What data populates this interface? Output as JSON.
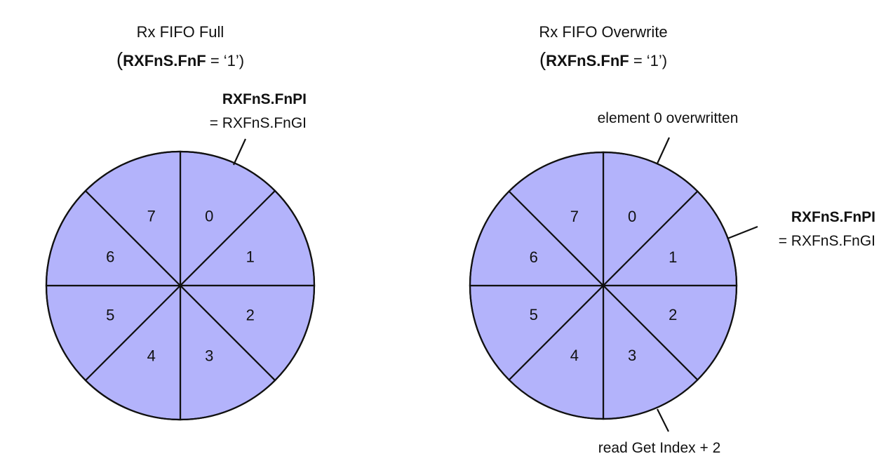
{
  "segment_fill": "#b3b3fb",
  "stroke_color": "#111111",
  "diagrams": [
    {
      "title": "Rx FIFO Full",
      "condition": {
        "open": "(",
        "bold": "RXFnS.FnF",
        "rest": " = ‘1’)"
      },
      "segments": [
        "0",
        "1",
        "2",
        "3",
        "4",
        "5",
        "6",
        "7"
      ],
      "annotations": {
        "pointer_line1": "RXFnS.FnPI",
        "pointer_line2": "= RXFnS.FnGI"
      }
    },
    {
      "title": "Rx FIFO Overwrite",
      "condition": {
        "open": "(",
        "bold": "RXFnS.FnF",
        "rest": " = ‘1’)"
      },
      "segments": [
        "0",
        "1",
        "2",
        "3",
        "4",
        "5",
        "6",
        "7"
      ],
      "annotations": {
        "overwritten": "element 0 overwritten",
        "pointer_line1": "RXFnS.FnPI",
        "pointer_line2": "= RXFnS.FnGI",
        "read_index": "read Get Index + 2"
      }
    }
  ]
}
